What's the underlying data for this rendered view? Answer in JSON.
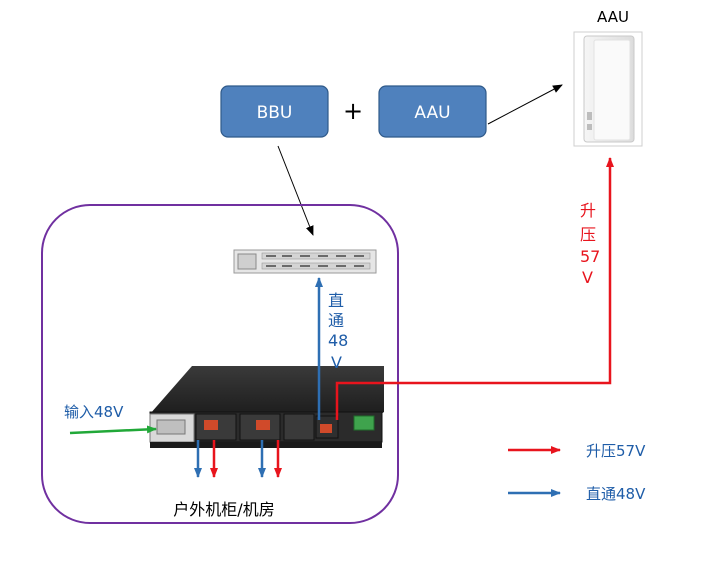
{
  "aau_top_label": "AAU",
  "bbu_box": {
    "label": "BBU"
  },
  "plus": "+",
  "aau_box": {
    "label": "AAU"
  },
  "boost_vertical": [
    "升",
    "压",
    "57",
    "V"
  ],
  "direct_vertical": [
    "直",
    "通",
    "48",
    "V"
  ],
  "input_label": "输入48V",
  "cabinet_label": "户外机柜/机房",
  "legend": {
    "boost": {
      "label": "升压57V",
      "color": "#e8141d"
    },
    "direct": {
      "label": "直通48V",
      "color": "#2e6fb3"
    }
  },
  "colors": {
    "box_fill": "#4f81bd",
    "box_stroke": "#2f5a8a",
    "cabinet_border": "#7030a0",
    "input_arrow": "#21a838"
  }
}
